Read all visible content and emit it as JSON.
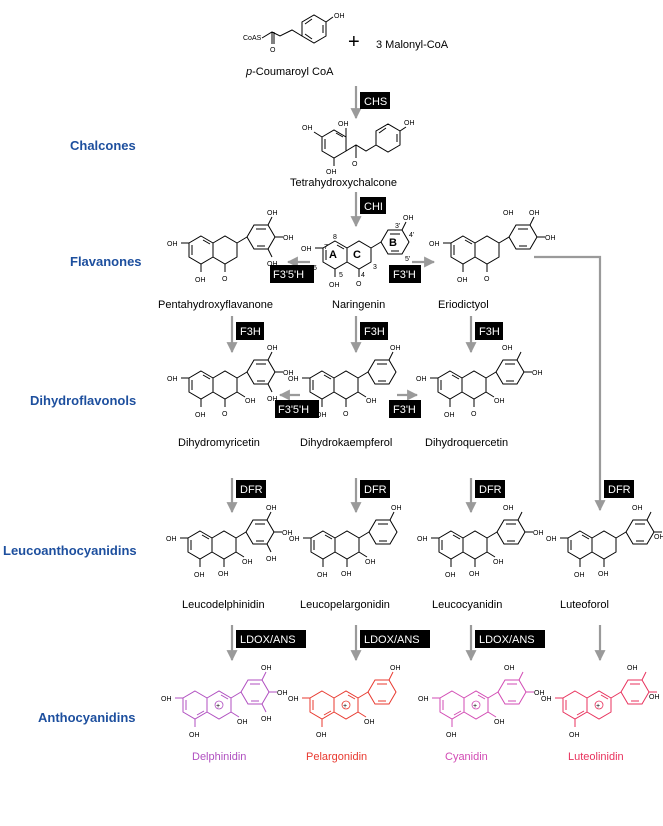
{
  "header": {
    "oh": "OH",
    "coas": "CoAS",
    "o": "O",
    "plus": "+",
    "malonyl": "3 Malonyl-CoA",
    "coumaroyl_prefix": "p",
    "coumaroyl_rest": "-Coumaroyl CoA"
  },
  "classes": {
    "chalcones": "Chalcones",
    "flavanones": "Flavanones",
    "dihydroflavonols": "Dihydroflavonols",
    "leucoanthocyanidins": "Leucoanthocyanidins",
    "anthocyanidins": "Anthocyanidins"
  },
  "enzymes": {
    "chs": "CHS",
    "chi": "CHI",
    "f3p5ph_1": "F3'5'H",
    "f3ph_1": "F3'H",
    "f3h_1": "F3H",
    "f3h_2": "F3H",
    "f3h_3": "F3H",
    "f3p5ph_2": "F3'5'H",
    "f3ph_2": "F3'H",
    "dfr_1": "DFR",
    "dfr_2": "DFR",
    "dfr_3": "DFR",
    "dfr_4": "DFR",
    "ldox_1": "LDOX/ANS",
    "ldox_2": "LDOX/ANS",
    "ldox_3": "LDOX/ANS"
  },
  "compounds": {
    "tetrahydroxychalcone": "Tetrahydroxychalcone",
    "pentahydroxyflavanone": "Pentahydroxyflavanone",
    "naringenin": "Naringenin",
    "eriodictyol": "Eriodictyol",
    "dihydromyricetin": "Dihydromyricetin",
    "dihydrokaempferol": "Dihydrokaempferol",
    "dihydroquercetin": "Dihydroquercetin",
    "leucodelphinidin": "Leucodelphinidin",
    "leucopelargonidin": "Leucopelargonidin",
    "leucocyanidin": "Leucocyanidin",
    "luteoforol": "Luteoforol",
    "delphinidin": "Delphinidin",
    "pelargonidin": "Pelargonidin",
    "cyanidin": "Cyanidin",
    "luteolinidin": "Luteolinidin"
  },
  "labels": {
    "oh": "OH",
    "o": "O",
    "ring_a": "A",
    "ring_b": "B",
    "ring_c": "C",
    "n3p": "3'",
    "n4p": "4'",
    "n5p": "5'",
    "n3": "3",
    "n4": "4",
    "n5": "5",
    "n6": "6",
    "n7": "7",
    "n8": "8",
    "plus_charge": "+"
  },
  "colors": {
    "class_label": "#1d4f9e",
    "arrow": "#9a9a9a",
    "delphinidin": "#b04fc0",
    "pelargonidin": "#e8392f",
    "cyanidin": "#d24bb4",
    "luteolinidin": "#e8325d"
  }
}
